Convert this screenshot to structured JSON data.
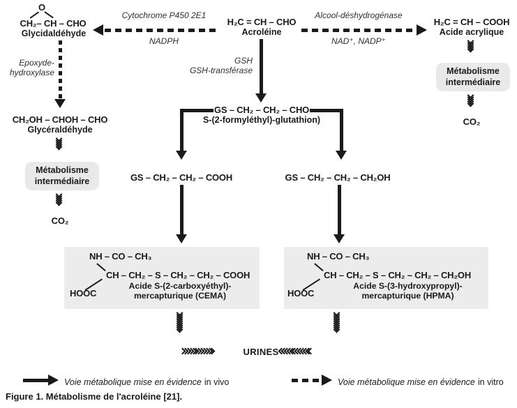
{
  "colors": {
    "ink": "#1a1a1a",
    "box_bg": "#ececec",
    "pill_bg": "#e9e9e9"
  },
  "top_row": {
    "glycidaldehyde": {
      "epoxide_o": "O",
      "formula": "CH₂– CH – CHO",
      "name": "Glycidaldéhyde"
    },
    "cyp_pathway": {
      "enzyme": "Cytochrome P450 2E1",
      "cofactor": "NADPH"
    },
    "acrolein": {
      "formula": "H₂C = CH – CHO",
      "name": "Acroléine"
    },
    "adh_pathway": {
      "enzyme": "Alcool-déshydrogénase",
      "cofactor": "NAD⁺, NADP⁺"
    },
    "acrylic_acid": {
      "formula": "H₂C = CH – COOH",
      "name": "Acide acrylique"
    }
  },
  "left_column": {
    "enzyme": "Epoxyde-\nhydroxylase",
    "glyceraldehyde": {
      "formula": "CH₂OH – CHOH – CHO",
      "name": "Glycéraldéhyde"
    },
    "metabolism_box": "Métabolisme\nintermédiaire",
    "co2": "CO₂"
  },
  "right_column": {
    "metabolism_box": "Métabolisme\nintermédiaire",
    "co2": "CO₂"
  },
  "center_column": {
    "enzyme": "GSH\nGSH-transférase",
    "gsh_conjugate": {
      "formula": "GS – CH₂ – CH₂ – CHO",
      "name": "S-(2-formyléthyl)-glutathion)"
    },
    "left_product": "GS – CH₂ – CH₂ – COOH",
    "right_product": "GS – CH₂ – CH₂ – CH₂OH"
  },
  "cema_box": {
    "amide": "NH – CO – CH₃",
    "chain": "CH – CH₂ – S – CH₂ – CH₂ – COOH",
    "acid": "HOOC",
    "name": "Acide S-(2-carboxyéthyl)-\nmercapturique (CEMA)"
  },
  "hpma_box": {
    "amide": "NH – CO – CH₃",
    "chain": "CH – CH₂ – S – CH₂ – CH₂ – CH₂OH",
    "acid": "HOOC",
    "name": "Acide S-(3-hydroxypropyl)-\nmercapturique (HPMA)"
  },
  "excretion": {
    "label": "URINES"
  },
  "legend": {
    "in_vivo": {
      "text": "Voie métabolique mise en évidence",
      "suffix": "in vivo"
    },
    "in_vitro": {
      "text": "Voie métabolique mise en évidence",
      "suffix": "in vitro"
    }
  },
  "caption": "Figure 1. Métabolisme de l'acroléine [21]."
}
